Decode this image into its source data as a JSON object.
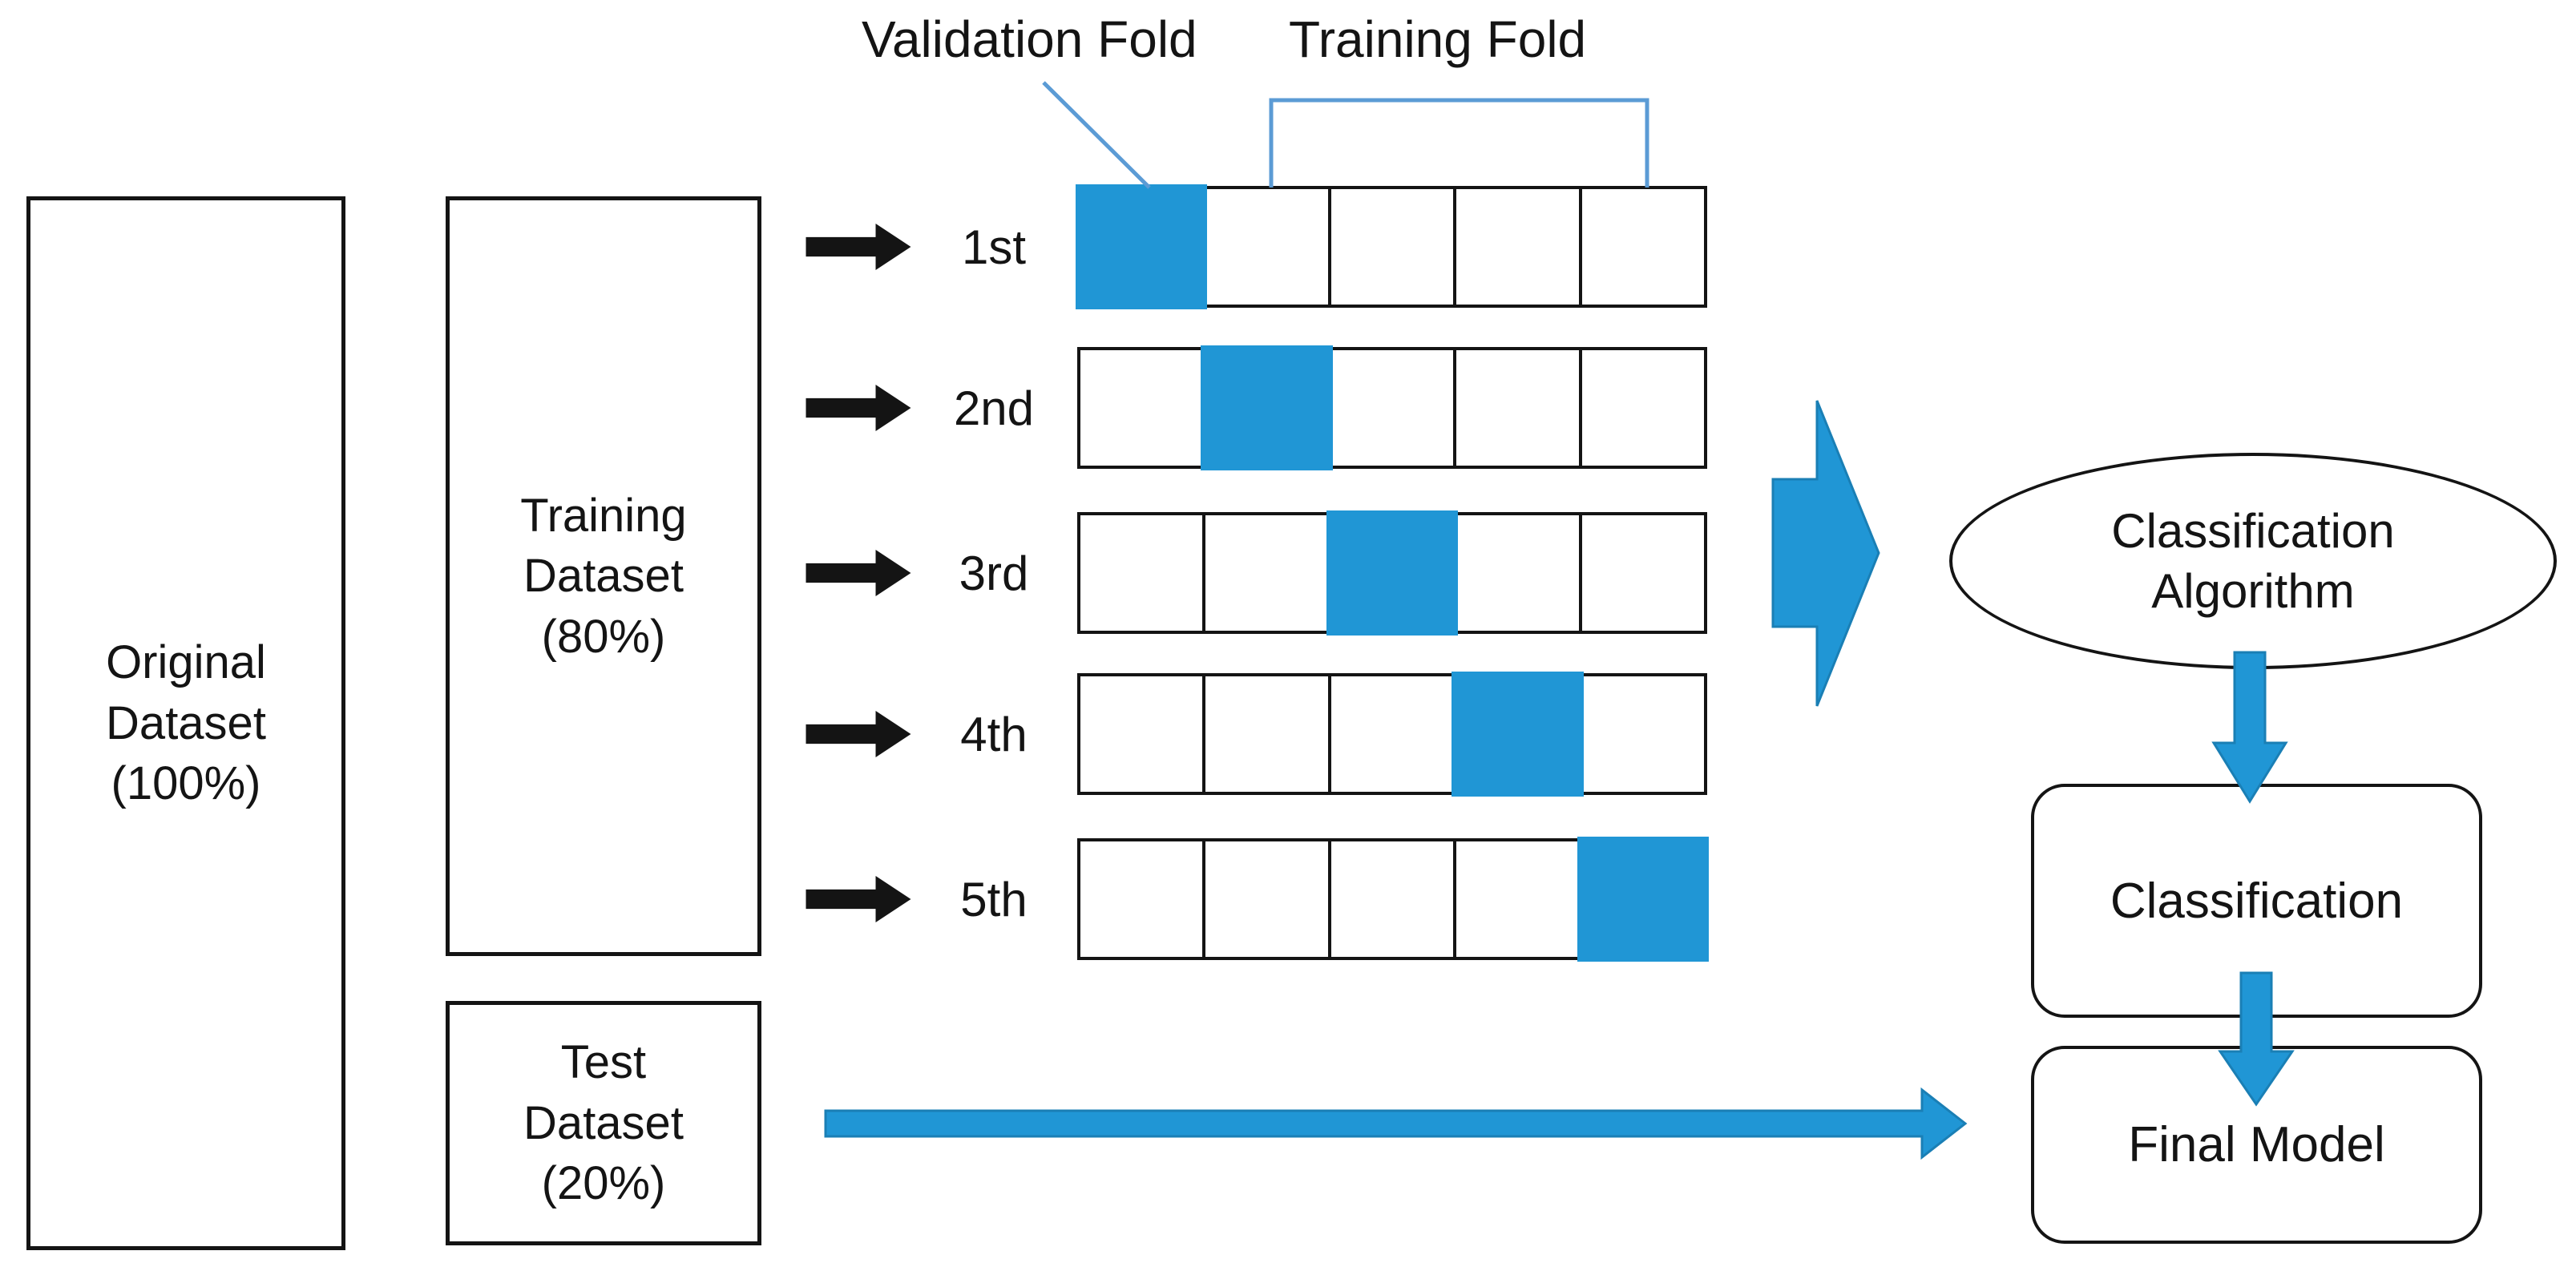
{
  "colors": {
    "accent_blue": "#2096D5",
    "accent_blue_border": "#1A7FB5",
    "connector_blue": "#5B9BD5",
    "ink": "#141414"
  },
  "annotations": {
    "validation_fold_label": "Validation Fold",
    "training_fold_label": "Training Fold"
  },
  "dataset_boxes": {
    "original": {
      "label": "Original\nDataset\n(100%)"
    },
    "training": {
      "label": "Training\nDataset\n(80%)"
    },
    "test": {
      "label": "Test\nDataset\n(20%)"
    }
  },
  "folds": {
    "cells_per_row": 5,
    "rows": [
      {
        "label": "1st",
        "validation_index": 0
      },
      {
        "label": "2nd",
        "validation_index": 1
      },
      {
        "label": "3rd",
        "validation_index": 2
      },
      {
        "label": "4th",
        "validation_index": 3
      },
      {
        "label": "5th",
        "validation_index": 4
      }
    ]
  },
  "flow": {
    "algorithm_label": "Classification\nAlgorithm",
    "classification_label": "Classification",
    "final_model_label": "Final Model"
  }
}
